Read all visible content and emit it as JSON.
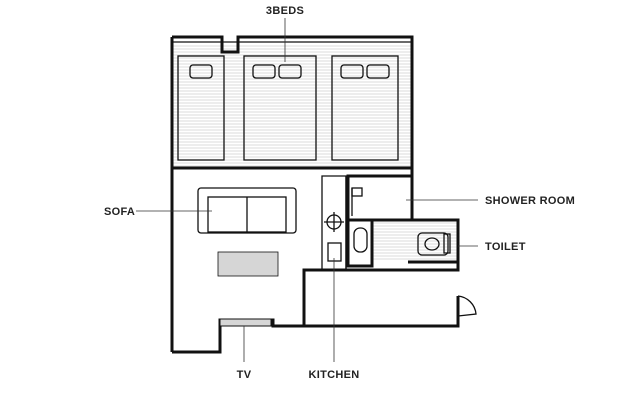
{
  "labels": {
    "beds": "3BEDS",
    "sofa": "SOFA",
    "shower": "SHOWER ROOM",
    "toilet": "TOILET",
    "tv": "TV",
    "kitchen": "KITCHEN"
  },
  "colors": {
    "wall": "#111111",
    "floor_lines": "#b8b8b8",
    "tv_stand": "#d6d6d6",
    "table": "#d6d6d6",
    "label": "#222222"
  }
}
